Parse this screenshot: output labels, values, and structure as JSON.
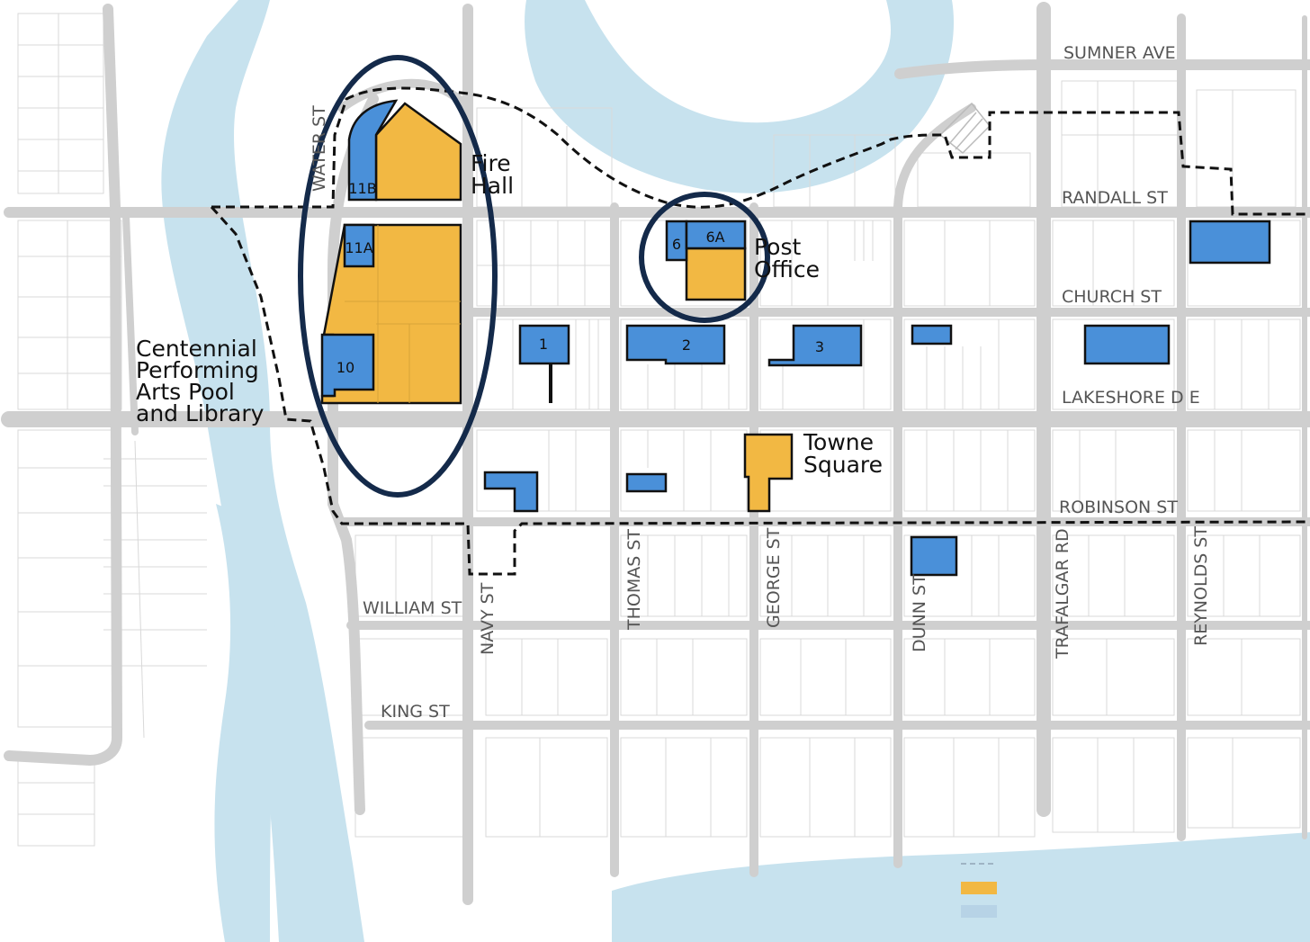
{
  "colors": {
    "water": "#c7e2ee",
    "road": "#cfcfcf",
    "lot_line": "#d9d9d9",
    "blue_parcel": "#4a90d9",
    "gold_parcel": "#f2b843",
    "highlight_ring": "#142a4a",
    "boundary": "#111111"
  },
  "streets": {
    "sumner": "SUMNER AVE",
    "randall": "RANDALL ST",
    "church": "CHURCH ST",
    "lakeshore": "LAKESHORE D E",
    "robinson": "ROBINSON ST",
    "william": "WILLIAM ST",
    "king": "KING ST",
    "water": "WATER ST",
    "navy": "NAVY ST",
    "thomas": "THOMAS ST",
    "george": "GEORGE ST",
    "dunn": "DUNN ST",
    "trafalgar": "TRAFALGAR RD",
    "reynolds": "REYNOLDS ST"
  },
  "places": {
    "fire_hall": [
      "Fire",
      "Hall"
    ],
    "post_office": [
      "Post",
      "Office"
    ],
    "towne_square": [
      "Towne",
      "Square"
    ],
    "centennial": [
      "Centennial",
      "Performing",
      "Arts Pool",
      "and Library"
    ]
  },
  "parcels": {
    "p11b": "11B",
    "p11a": "11A",
    "p10": "10",
    "p1": "1",
    "p2": "2",
    "p3": "3",
    "p6": "6",
    "p6a": "6A"
  },
  "legend": {
    "item_1": "",
    "item_2": "",
    "item_3": ""
  }
}
